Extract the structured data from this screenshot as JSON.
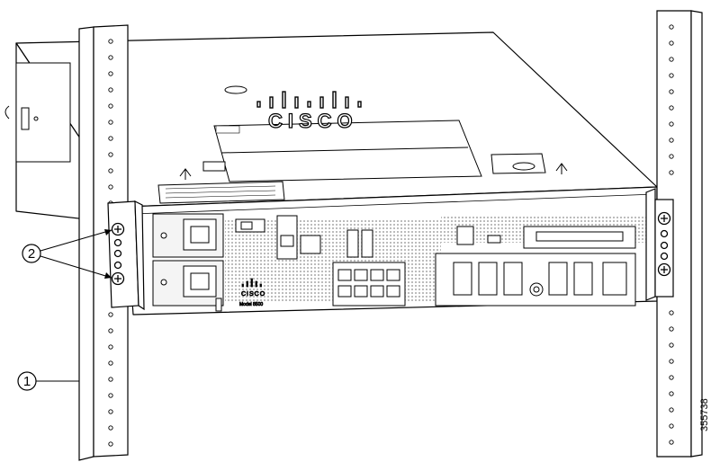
{
  "figure": {
    "brand_logo_text": "CISCO",
    "bezel_logo_text": "CISCO",
    "model_label": "Model 8500",
    "figure_id": "355738"
  },
  "callouts": [
    {
      "number": "1"
    },
    {
      "number": "2"
    }
  ],
  "colors": {
    "line": "#000000",
    "fill": "#ffffff",
    "panel": "#f4f4f4",
    "vent": "#9a9a9a"
  }
}
